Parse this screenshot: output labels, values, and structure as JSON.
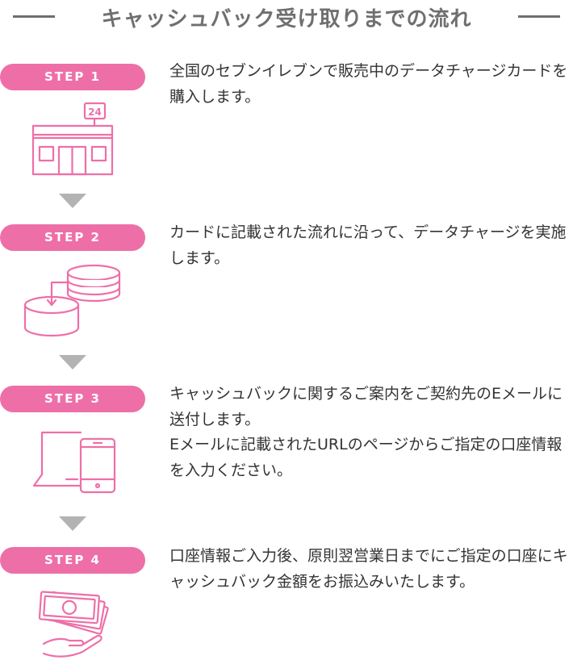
{
  "header": {
    "title": "キャッシュバック受け取りまでの流れ"
  },
  "steps": [
    {
      "label": "STEP 1",
      "text": "全国のセブンイレブンで販売中のデータチャージカードを購入します。",
      "icon": "convenience-store-icon",
      "badge": "24"
    },
    {
      "label": "STEP 2",
      "text": "カードに記載された流れに沿って、データチャージを実施します。",
      "icon": "data-transfer-icon"
    },
    {
      "label": "STEP 3",
      "text_line1": "キャッシュバックに関するご案内をご契約先のEメールに送付します。",
      "text_line2": "Eメールに記載されたURLのページからご指定の口座情報を入力ください。",
      "icon": "laptop-phone-icon"
    },
    {
      "label": "STEP 4",
      "text": "口座情報ご入力後、原則翌営業日までにご指定の口座にキャッシュバック金額をお振込みいたします。",
      "icon": "cash-hand-icon"
    }
  ],
  "colors": {
    "accent": "#ee6fa8",
    "heading": "#6f6f6f",
    "arrow": "#b3b3b3",
    "text": "#333333"
  }
}
